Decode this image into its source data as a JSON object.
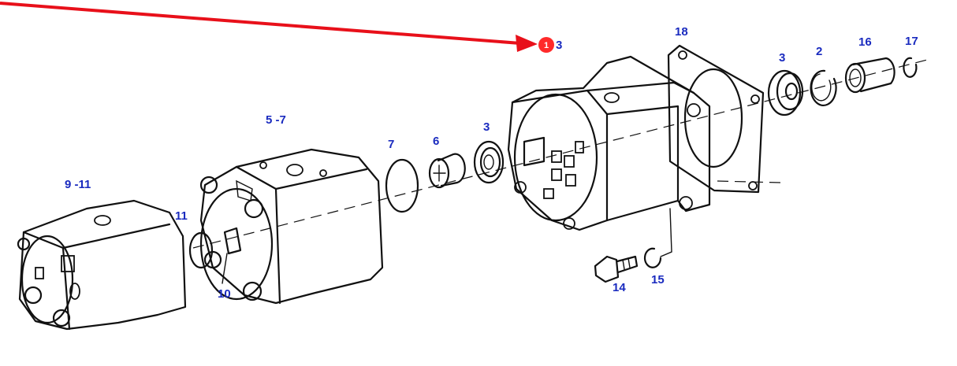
{
  "colors": {
    "callout_text": "#1a2bbf",
    "pointer_arrow": "#e8101a",
    "hotspot_marker": "#ff2a2a",
    "line_art": "#111111",
    "background": "#ffffff"
  },
  "hotspot": {
    "number": "1",
    "suffix": "3"
  },
  "callouts": [
    {
      "id": "c18",
      "text": "18"
    },
    {
      "id": "c3a",
      "text": "3"
    },
    {
      "id": "c2",
      "text": "2"
    },
    {
      "id": "c16",
      "text": "16"
    },
    {
      "id": "c17",
      "text": "17"
    },
    {
      "id": "c5_7",
      "text": "5 -7"
    },
    {
      "id": "c7",
      "text": "7"
    },
    {
      "id": "c6",
      "text": "6"
    },
    {
      "id": "c3b",
      "text": "3"
    },
    {
      "id": "c9_11",
      "text": "9 -11"
    },
    {
      "id": "c11",
      "text": "11"
    },
    {
      "id": "c10",
      "text": "10"
    },
    {
      "id": "c14",
      "text": "14"
    },
    {
      "id": "c15",
      "text": "15"
    }
  ]
}
